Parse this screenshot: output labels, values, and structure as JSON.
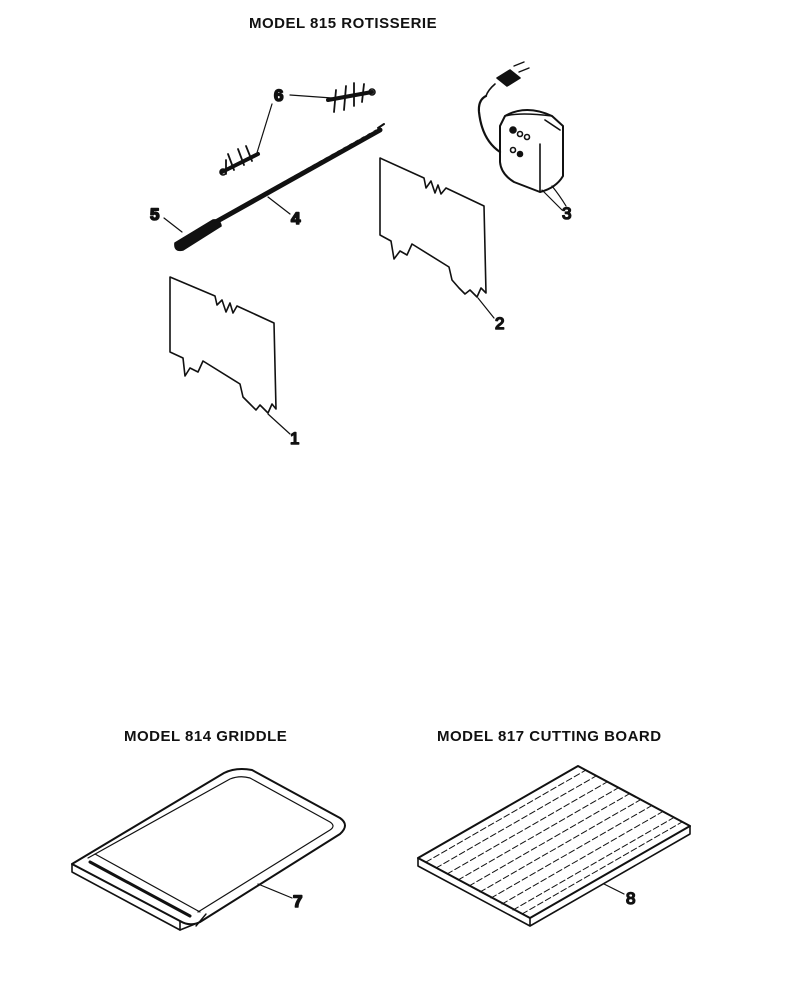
{
  "titles": {
    "rotisserie": "MODEL 815 ROTISSERIE",
    "griddle": "MODEL 814 GRIDDLE",
    "cutting_board": "MODEL 817 CUTTING BOARD"
  },
  "callouts": {
    "c1": "1",
    "c2": "2",
    "c3": "3",
    "c4": "4",
    "c5": "5",
    "c6": "6",
    "c7": "7",
    "c8": "8"
  },
  "colors": {
    "ink": "#111111",
    "paper": "#ffffff"
  }
}
